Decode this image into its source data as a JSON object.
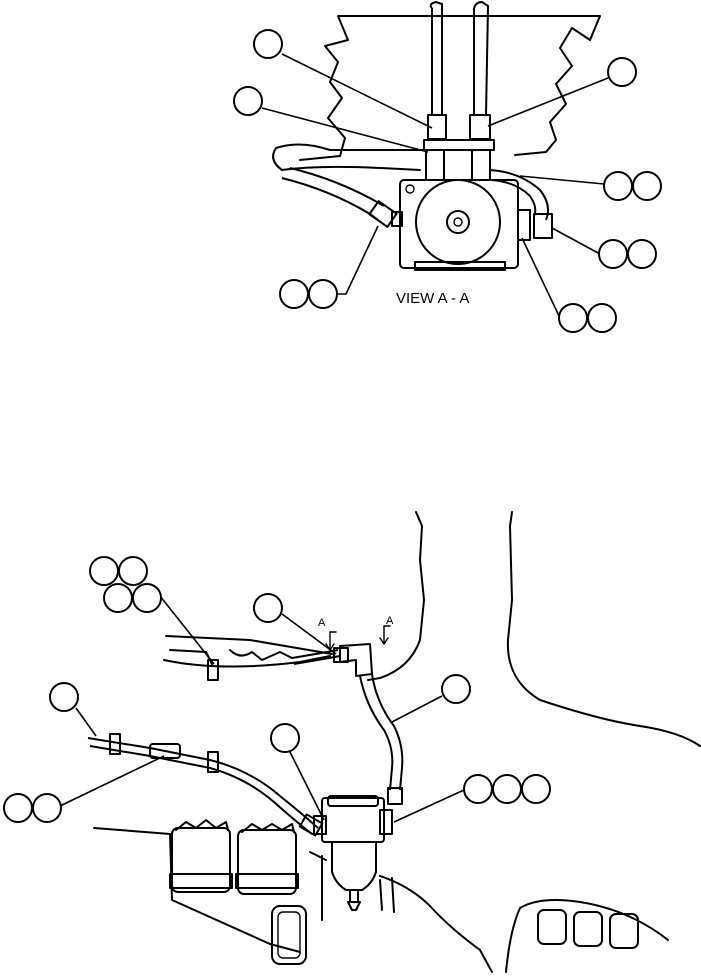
{
  "view_label": "VIEW  A - A",
  "section_marks": [
    "A",
    "A"
  ]
}
